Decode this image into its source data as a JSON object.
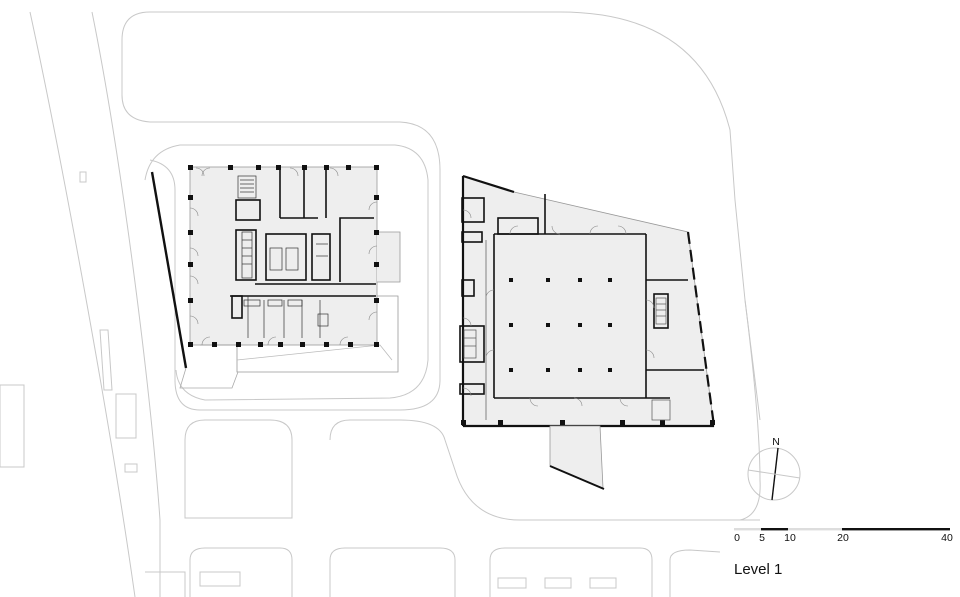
{
  "drawing": {
    "level_label": "Level 1",
    "north_label": "N",
    "scale_bar": {
      "ticks": [
        "0",
        "5",
        "10",
        "20",
        "40"
      ]
    },
    "colors": {
      "floor_fill": "#eeeeee",
      "wall": "#111111",
      "site_line": "#c8c8c8",
      "background": "#ffffff"
    }
  }
}
